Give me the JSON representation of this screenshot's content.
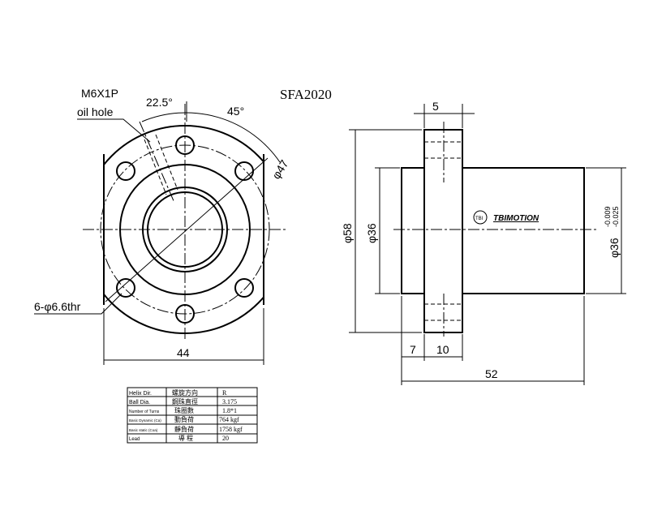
{
  "title": "SFA2020",
  "front_view": {
    "oil_hole_thread": "M6X1P",
    "oil_hole_label": "oil hole",
    "angle_1": "22.5°",
    "angle_2": "45°",
    "bolt_circle": "φ47",
    "mount_holes": "6-φ6.6thr",
    "width": "44"
  },
  "side_view": {
    "flange_thickness": "5",
    "flange_dia": "φ58",
    "body_dia": "φ36",
    "fit_dia": "φ36",
    "tol_upper": "-0.009",
    "tol_lower": "-0.025",
    "offset": "7",
    "flange_width": "10",
    "length": "52",
    "brand": "TBIMOTION",
    "brand_mark": "TBI"
  },
  "spec_table": [
    {
      "label": "Helix Dir.",
      "label_cn": "螺旋方向",
      "value": "R"
    },
    {
      "label": "Ball Dia.",
      "label_cn": "鋼珠直徑",
      "value": "3.175"
    },
    {
      "label": "Number of Turns",
      "label_cn": "珠圈數",
      "value": "1.8*1"
    },
    {
      "label": "Basic Dynamic (Ca)",
      "label_cn": "動負荷",
      "value": "764  kgf"
    },
    {
      "label": "Basic static (Coa)",
      "label_cn": "靜負荷",
      "value": "1758 kgf"
    },
    {
      "label": "Lead",
      "label_cn": "導 程",
      "value": "20"
    }
  ]
}
